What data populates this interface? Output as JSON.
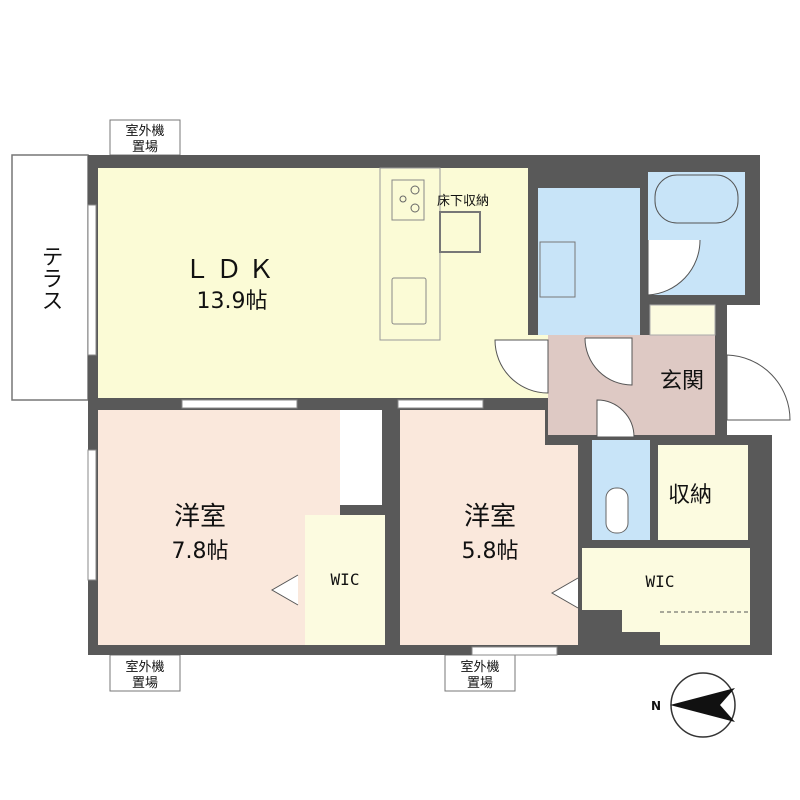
{
  "colors": {
    "wall": "#595959",
    "ldk": "#fbfbd6",
    "western_room": "#fae8dc",
    "wet_area": "#c8e4f8",
    "hall": "#dec9c4",
    "storage": "#fcfbe0"
  },
  "rooms": {
    "terrace": "テラス",
    "ldk_name": "ＬＤＫ",
    "ldk_size": "13.9帖",
    "underfloor_storage": "床下収納",
    "entrance": "玄関",
    "storage": "収納",
    "western1_name": "洋室",
    "western1_size": "7.8帖",
    "western2_name": "洋室",
    "western2_size": "5.8帖",
    "wic1": "WIC",
    "wic2": "WIC"
  },
  "outdoor_units": [
    {
      "line1": "室外機",
      "line2": "置場"
    },
    {
      "line1": "室外機",
      "line2": "置場"
    },
    {
      "line1": "室外機",
      "line2": "置場"
    }
  ],
  "compass": {
    "label": "N",
    "icon": "north-arrow-icon"
  }
}
